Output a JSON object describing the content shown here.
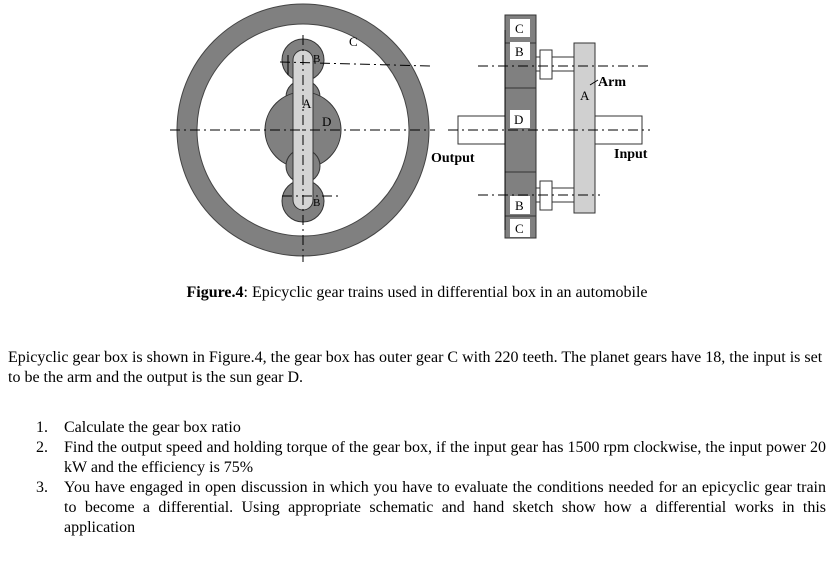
{
  "figure": {
    "labels": {
      "C_top_ring": "C",
      "B_top_left": "B",
      "A_left": "A",
      "D_left": "D",
      "B_bottom_left": "B",
      "C_side_top": "C",
      "B_side_top": "B",
      "D_side": "D",
      "B_side_bottom": "B",
      "C_side_bottom": "C",
      "A_side": "A",
      "arm": "Arm",
      "output": "Output",
      "input": "Input"
    },
    "caption_prefix": "Figure.4",
    "caption_text": ": Epicyclic gear trains used in differential box in an automobile"
  },
  "text": {
    "intro": "Epicyclic gear box is shown in Figure.4, the gear box has outer gear C with 220 teeth. The planet gears have 18, the input is set to be the arm and the output is the sun gear D.",
    "tasks": [
      {
        "num": "1.",
        "text": "Calculate the gear box ratio"
      },
      {
        "num": "2.",
        "text": "Find the output speed and holding torque of the gear box, if the input gear has 1500 rpm clockwise, the input power 20 kW and the efficiency is 75%"
      },
      {
        "num": "3.",
        "text": "You have engaged in open discussion in which  you have to evaluate the conditions needed for an epicyclic gear train to become a differential. Using appropriate schematic and hand sketch show how a differential works in this application"
      }
    ]
  }
}
